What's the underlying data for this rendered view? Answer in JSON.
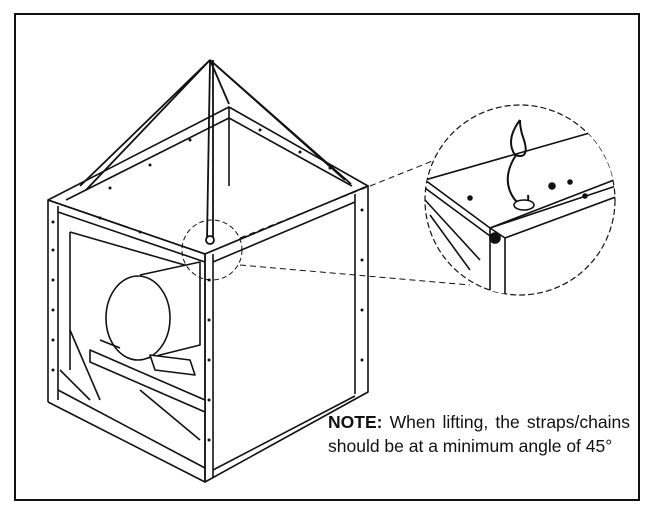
{
  "note": {
    "label": "NOTE:",
    "text": "When lifting, the straps/chains should be at a minimum angle of 45°"
  },
  "colors": {
    "line": "#111111",
    "panel": "#ffffff",
    "frame_border": "#111111"
  },
  "figure": {
    "main_view": "fan-cabinet-with-lifting-straps",
    "detail_view": "lifting-hook-corner-detail"
  }
}
